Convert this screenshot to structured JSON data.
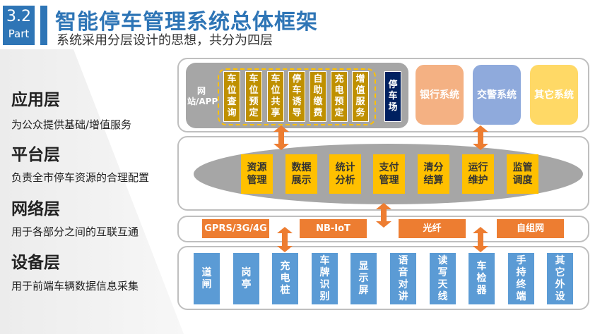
{
  "header": {
    "part_number": "3.2",
    "part_label": "Part",
    "title": "智能停车管理系统总体框架",
    "subtitle": "系统采用分层设计的思想，共分为四层"
  },
  "layers_legend": [
    {
      "name": "应用层",
      "desc": "为公众提供基础/增值服务"
    },
    {
      "name": "平台层",
      "desc": "负责全市停车资源的合理配置"
    },
    {
      "name": "网络层",
      "desc": "用于各部分之间的互联互通"
    },
    {
      "name": "设备层",
      "desc": "用于前端车辆数据信息采集"
    }
  ],
  "application": {
    "channel_label": "网站/APP",
    "services": [
      "车位查询",
      "车位预定",
      "车位共享",
      "停车诱导",
      "自助缴费",
      "充电预定",
      "增值服务"
    ],
    "parking_lot": "停车场",
    "external": [
      "银行系统",
      "交警系统",
      "其它系统"
    ]
  },
  "platform": {
    "modules": [
      "资源管理",
      "数据展示",
      "统计分析",
      "支付管理",
      "清分结算",
      "运行维护",
      "监管调度"
    ]
  },
  "network": {
    "links": [
      "GPRS/3G/4G",
      "NB-IoT",
      "光纤",
      "自组网"
    ]
  },
  "devices": {
    "items": [
      "道闸",
      "岗亭",
      "充电桩",
      "车牌识别",
      "显示屏",
      "语音对讲",
      "读写天线",
      "车检器",
      "手持终端",
      "其它外设"
    ]
  },
  "colors": {
    "brand": "#2e75b6",
    "service": "#bf9000",
    "parking_lot": "#002060",
    "bank": "#f4b183",
    "police": "#8faadc",
    "other": "#ffd966",
    "platform_module": "#ffc000",
    "network": "#ed7d31",
    "device": "#5b9bd5",
    "arrow": "#ed7d31"
  }
}
